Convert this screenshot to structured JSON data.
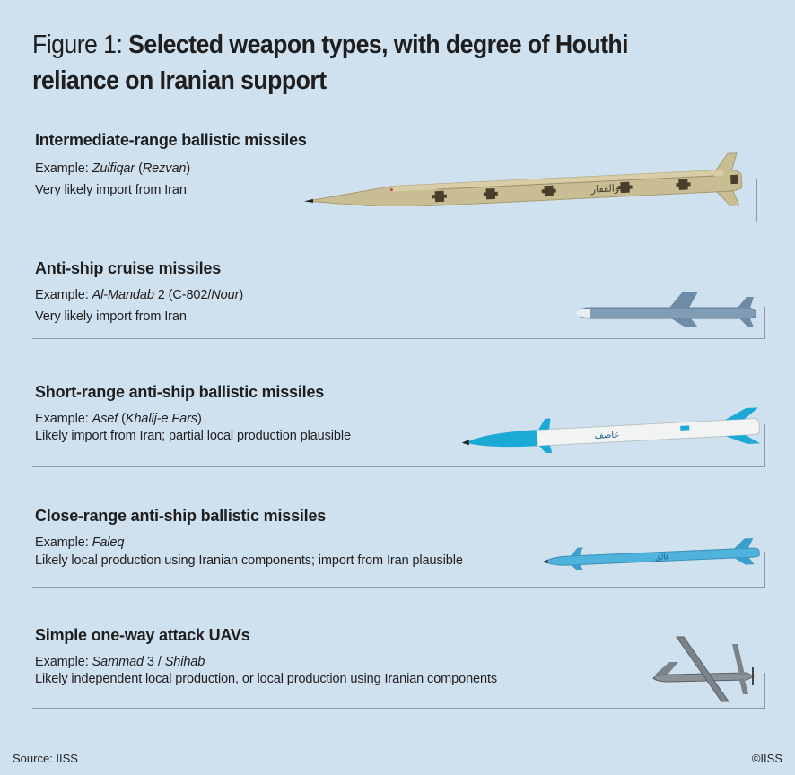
{
  "title": {
    "lead": "Figure 1: ",
    "text": "Selected weapon types, with degree of Houthi reliance on Iranian support"
  },
  "sections": [
    {
      "heading": "Intermediate-range ballistic missiles",
      "example_prefix": "Example: ",
      "example_parts": [
        {
          "t": "Zulfiqar",
          "i": true
        },
        {
          "t": " (",
          "i": false
        },
        {
          "t": "Rezvan",
          "i": true
        },
        {
          "t": ")",
          "i": false
        }
      ],
      "assessment": "Very likely import from Iran",
      "missile_text": "ذوالفقار",
      "colors": {
        "body": "#cbbf96",
        "mark": "#4a3e2c"
      }
    },
    {
      "heading": "Anti-ship cruise missiles",
      "example_prefix": "Example: ",
      "example_parts": [
        {
          "t": "Al-Mandab",
          "i": true
        },
        {
          "t": " 2 (C-802/",
          "i": false
        },
        {
          "t": "Nour",
          "i": true
        },
        {
          "t": ")",
          "i": false
        }
      ],
      "assessment": "Very likely import from Iran",
      "colors": {
        "body": "#7f9ab3"
      }
    },
    {
      "heading": "Short-range anti-ship ballistic missiles",
      "example_prefix": "Example: ",
      "example_parts": [
        {
          "t": "Asef",
          "i": true
        },
        {
          "t": " (",
          "i": false
        },
        {
          "t": "Khalij-e Fars",
          "i": true
        },
        {
          "t": ")",
          "i": false
        }
      ],
      "assessment": "Likely import from Iran; partial local production plausible",
      "missile_text": "عاصف",
      "colors": {
        "body": "#f2f3f3",
        "accent": "#1ba9d6"
      }
    },
    {
      "heading": "Close-range anti-ship ballistic missiles",
      "example_prefix": "Example: ",
      "example_parts": [
        {
          "t": "Faleq",
          "i": true
        }
      ],
      "assessment": "Likely local production using Iranian components; import from Iran plausible",
      "missile_text": "فالق",
      "colors": {
        "body": "#4fb3de"
      }
    },
    {
      "heading": "Simple one-way attack UAVs",
      "example_prefix": "Example: ",
      "example_parts": [
        {
          "t": "Sammad",
          "i": true
        },
        {
          "t": " 3 / ",
          "i": false
        },
        {
          "t": "Shihab",
          "i": true
        }
      ],
      "assessment": "Likely independent local production, or local production using Iranian components",
      "colors": {
        "body": "#7c8389"
      }
    }
  ],
  "footer": {
    "source": "Source: IISS",
    "copyright": "©IISS"
  }
}
